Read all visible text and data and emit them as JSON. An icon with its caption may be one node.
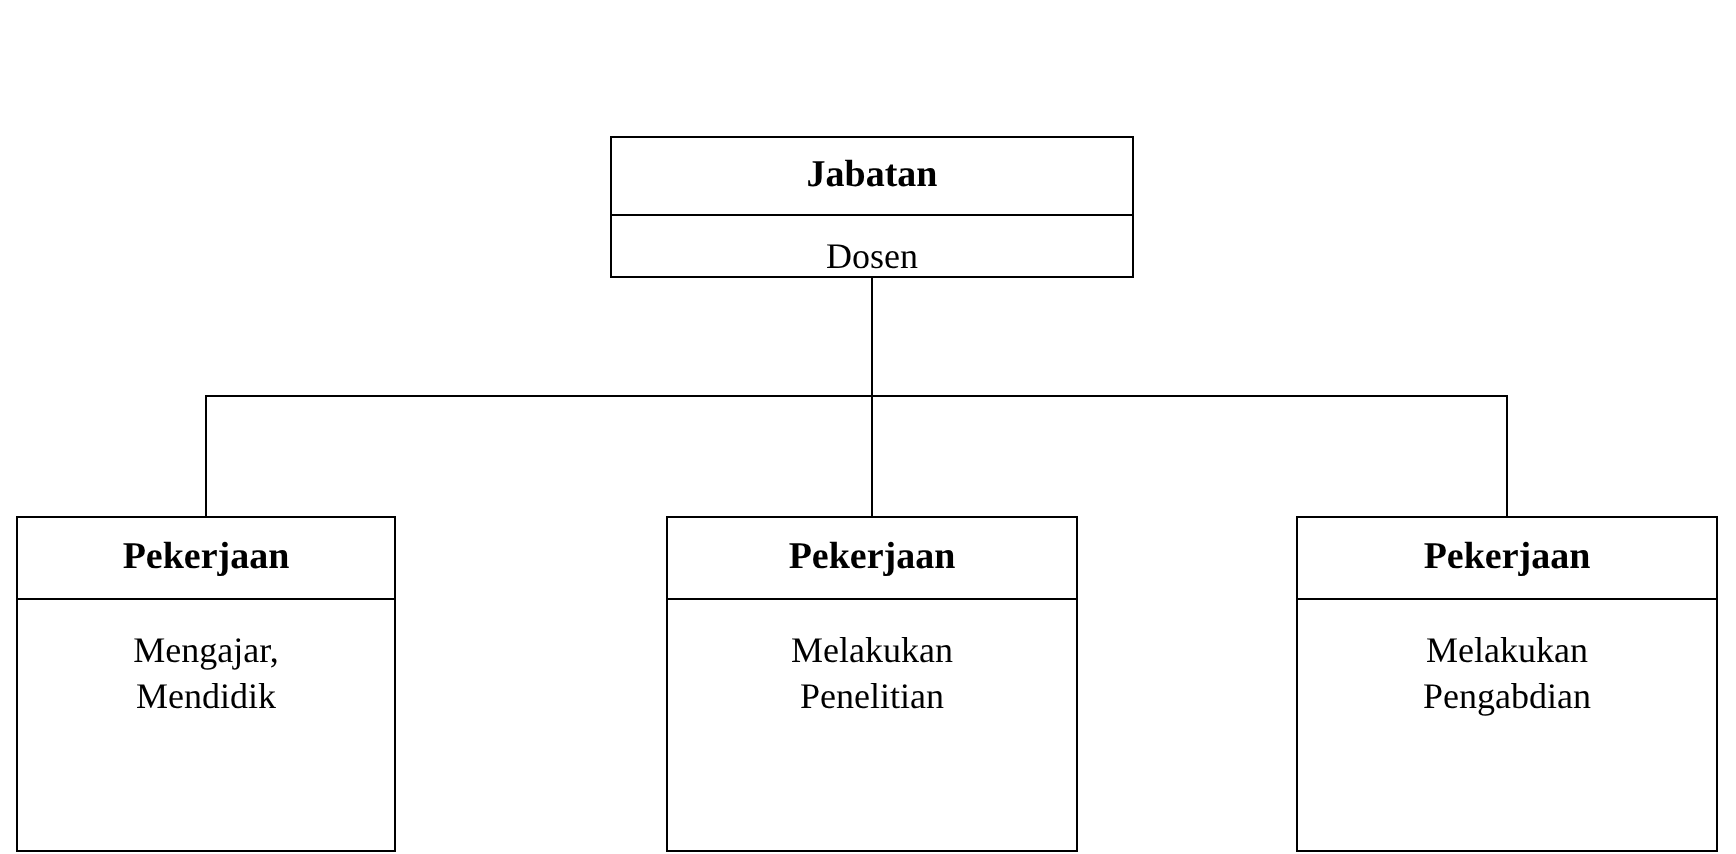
{
  "diagram": {
    "nodes": [
      {
        "text": [
          "Jabatan",
          "Dosen"
        ]
      },
      {
        "text": [
          "Pekerjaan",
          "Mengajar, Mendidik"
        ]
      },
      {
        "text": [
          "Pekerjaan",
          "Melakukan Penelitian"
        ]
      },
      {
        "text": [
          "Pekerjaan",
          "Melakukan Pengabdian"
        ]
      }
    ],
    "edges": [
      {
        "from": 0,
        "to": 1,
        "arrow": "none"
      },
      {
        "from": 0,
        "to": 2,
        "arrow": "none"
      },
      {
        "from": 0,
        "to": 3,
        "arrow": "none"
      }
    ]
  }
}
